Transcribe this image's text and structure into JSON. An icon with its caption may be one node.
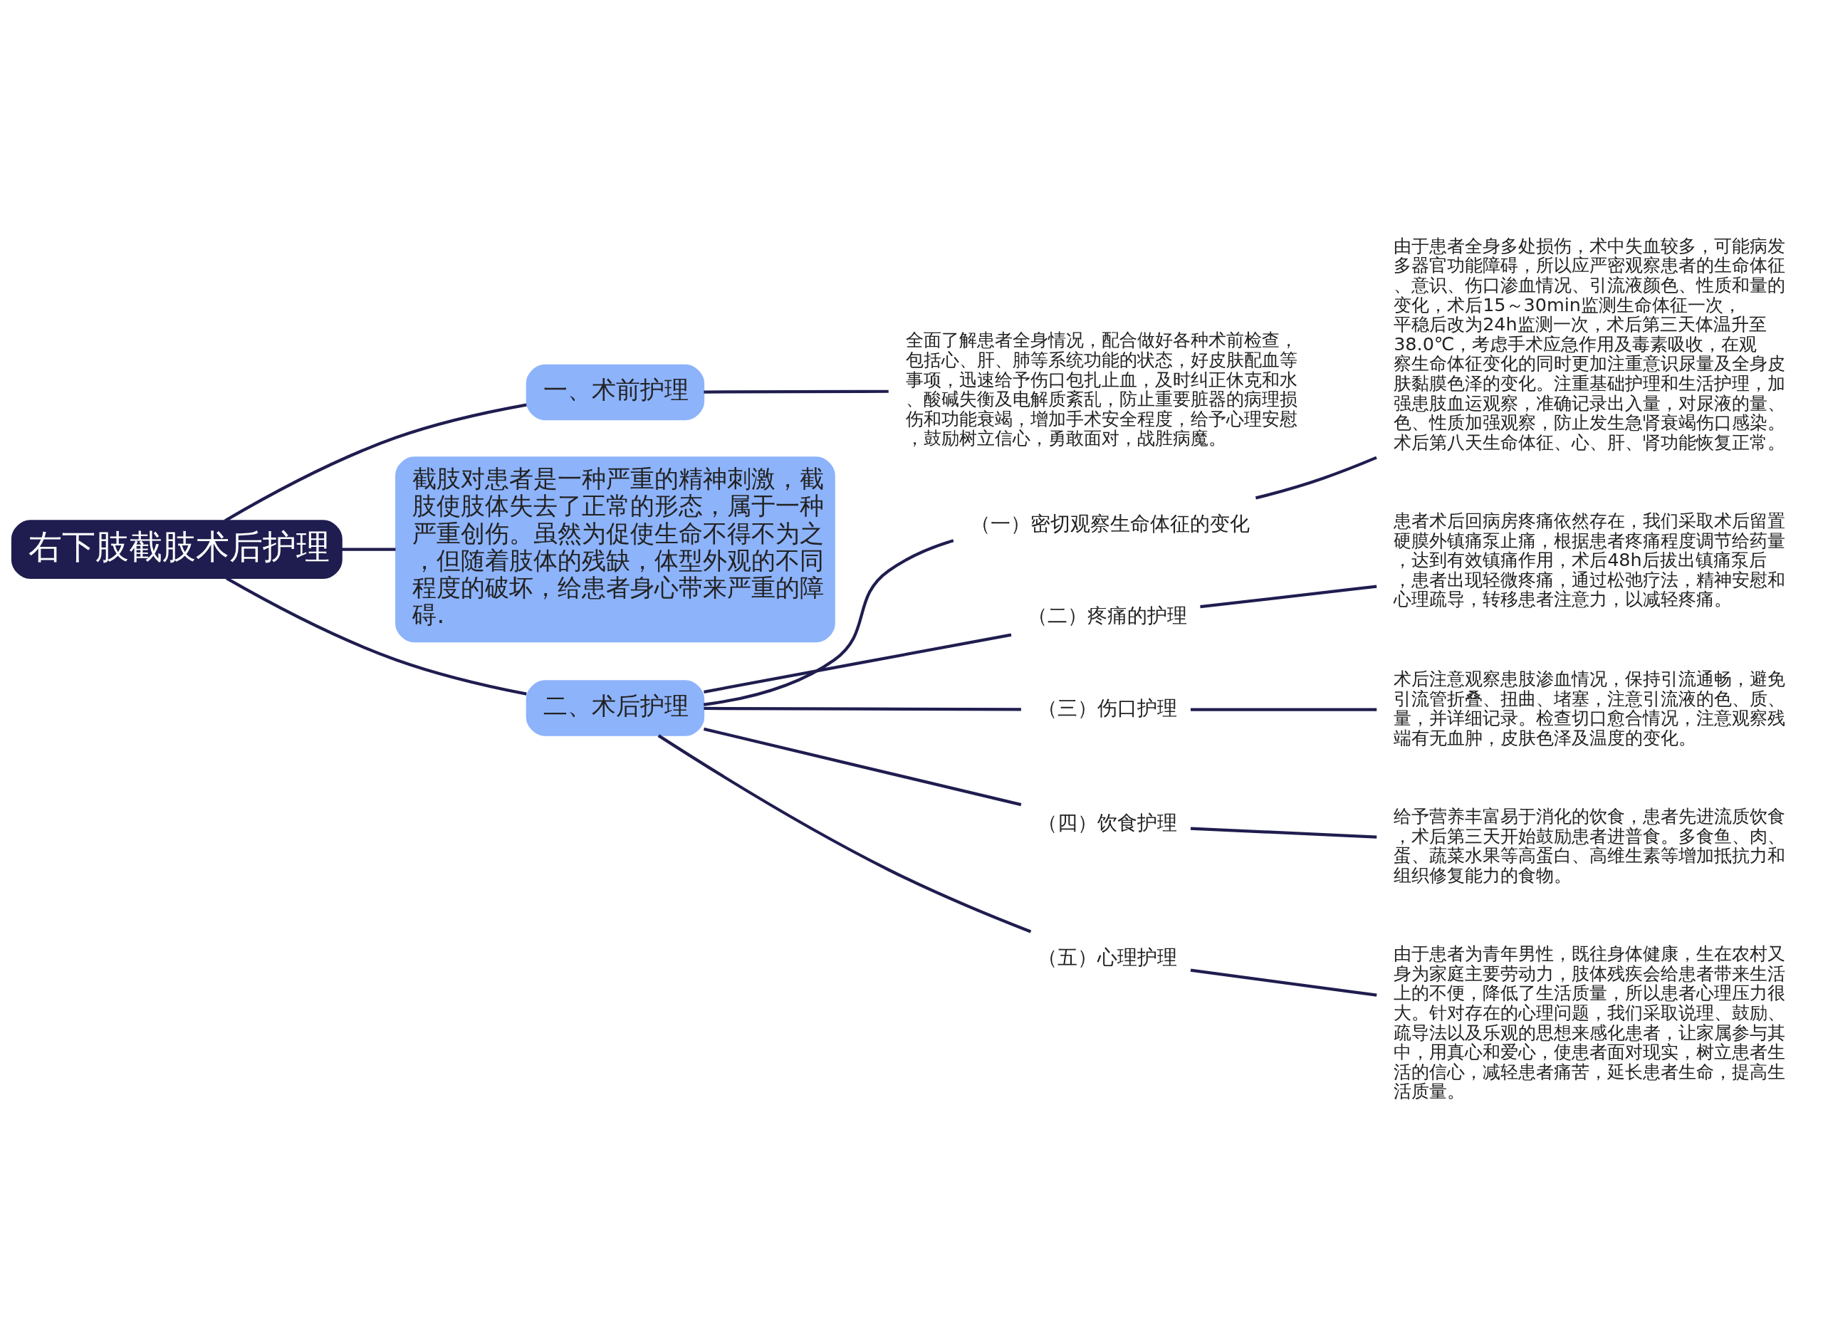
{
  "diagram": {
    "nodes": [
      {
        "text": [
          "右下肢截肢术后护理"
        ]
      },
      {
        "text": [
          "一、术前护理"
        ]
      },
      {
        "text": [
          "全面了解患者全身情况，配合做好各种术前检查，包括心、肝、肺等系统功能的状态，好皮肤配血等事项，迅速给予伤口包扎止血，及时纠正休克和水、酸碱失衡及电解质紊乱，防止重要脏器的病理损伤和功能衰竭，增加手术安全程度，给予心理安慰，鼓励树立信心，勇敢面对，战胜病魔。"
        ]
      },
      {
        "text": [
          "截肢对患者是一种严重的精神刺激，截肢使肢体失去了正常的形态，属于一种严重创伤。虽然为促使生命不得不为之，但随着肢体的残缺，体型外观的不同程度的破坏，给患者身心带来严重的障碍."
        ]
      },
      {
        "text": [
          "二、术后护理"
        ]
      },
      {
        "text": [
          "（一）密切观察生命体征的变化"
        ]
      },
      {
        "text": [
          "由于患者全身多处损伤，术中失血较多，可能病发多器官功能障碍，所以应严密观察患者的生命体征、意识、伤口渗血情况、引流液颜色、性质和量的变化，术后15～30min监测生命体征一次，平稳后改为24h监测一次，术后第三天体温升至38.0℃，考虑手术应急作用及毒素吸收，在观察生命体征变化的同时更加注重意识尿量及全身皮肤黏膜色泽的变化。注重基础护理和生活护理，加强患肢血运观察，准确记录出入量，对尿液的量、色、性质加强观察，防止发生急肾衰竭伤口感染。术后第八天生命体征、心、肝、肾功能恢复正常。"
        ]
      },
      {
        "text": [
          "（二）疼痛的护理"
        ]
      },
      {
        "text": [
          "患者术后回病房疼痛依然存在，我们采取术后留置硬膜外镇痛泵止痛，根据患者疼痛程度调节给药量，达到有效镇痛作用，术后48h后拔出镇痛泵后，患者出现轻微疼痛，通过松弛疗法，精神安慰和心理疏导，转移患者注意力，以减轻疼痛。"
        ]
      },
      {
        "text": [
          "（三）伤口护理"
        ]
      },
      {
        "text": [
          "术后注意观察患肢渗血情况，保持引流通畅，避免引流管折叠、扭曲、堵塞，注意引流液的色、质、量，并详细记录。检查切口愈合情况，注意观察残端有无血肿，皮肤色泽及温度的变化。"
        ]
      },
      {
        "text": [
          "（四）饮食护理"
        ]
      },
      {
        "text": [
          "给予营养丰富易于消化的饮食，患者先进流质饮食，术后第三天开始鼓励患者进普食。多食鱼、肉、蛋、蔬菜水果等高蛋白、高维生素等增加抵抗力和组织修复能力的食物。"
        ]
      },
      {
        "text": [
          "（五）心理护理"
        ]
      },
      {
        "text": [
          "由于患者为青年男性，既往身体健康，生在农村又身为家庭主要劳动力，肢体残疾会给患者带来生活上的不便，降低了生活质量，所以患者心理压力很大。针对存在的心理问题，我们采取说理、鼓励、疏导法以及乐观的思想来感化患者，让家属参与其中，用真心和爱心，使患者面对现实，树立患者生活的信心，减轻患者痛苦，延长患者生命，提高生活质量。"
        ]
      }
    ],
    "edges": [
      {
        "from": 0,
        "to": 1,
        "arrow": "none"
      },
      {
        "from": 1,
        "to": 2,
        "arrow": "none"
      },
      {
        "from": 0,
        "to": 3,
        "arrow": "none"
      },
      {
        "from": 0,
        "to": 4,
        "arrow": "none"
      },
      {
        "from": 4,
        "to": 5,
        "arrow": "none"
      },
      {
        "from": 5,
        "to": 6,
        "arrow": "none"
      },
      {
        "from": 4,
        "to": 7,
        "arrow": "none"
      },
      {
        "from": 7,
        "to": 8,
        "arrow": "none"
      },
      {
        "from": 4,
        "to": 9,
        "arrow": "none"
      },
      {
        "from": 9,
        "to": 10,
        "arrow": "none"
      },
      {
        "from": 4,
        "to": 11,
        "arrow": "none"
      },
      {
        "from": 11,
        "to": 12,
        "arrow": "none"
      },
      {
        "from": 4,
        "to": 13,
        "arrow": "none"
      },
      {
        "from": 13,
        "to": 14,
        "arrow": "none"
      }
    ]
  }
}
